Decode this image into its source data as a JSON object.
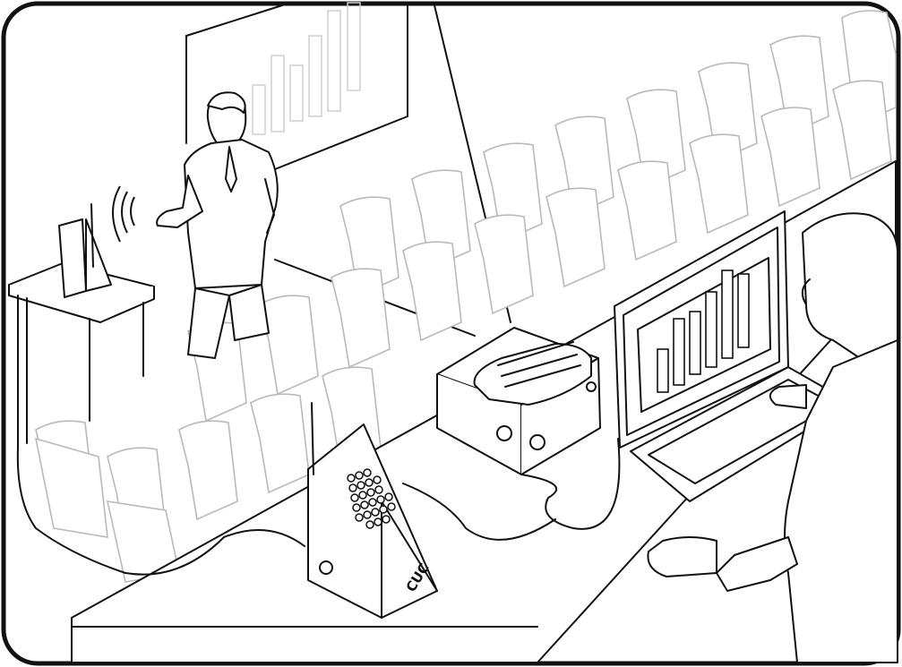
{
  "scene": {
    "description_items": [
      "presenter-with-remote",
      "laptop-stand-with-receiver",
      "projection-screen-bar-chart",
      "auditorium-seats",
      "wireless-receiver-box",
      "audio-mixer-amplifier",
      "computer-monitor-bar-chart",
      "operator-at-desk"
    ],
    "logo": {
      "text": "CUC"
    },
    "colors": {
      "line": "#111111",
      "seat": "#b9b9b9",
      "background": "#ffffff"
    },
    "icons": {
      "signal": "wireless-signal-icon",
      "frame": "rounded-frame"
    }
  }
}
